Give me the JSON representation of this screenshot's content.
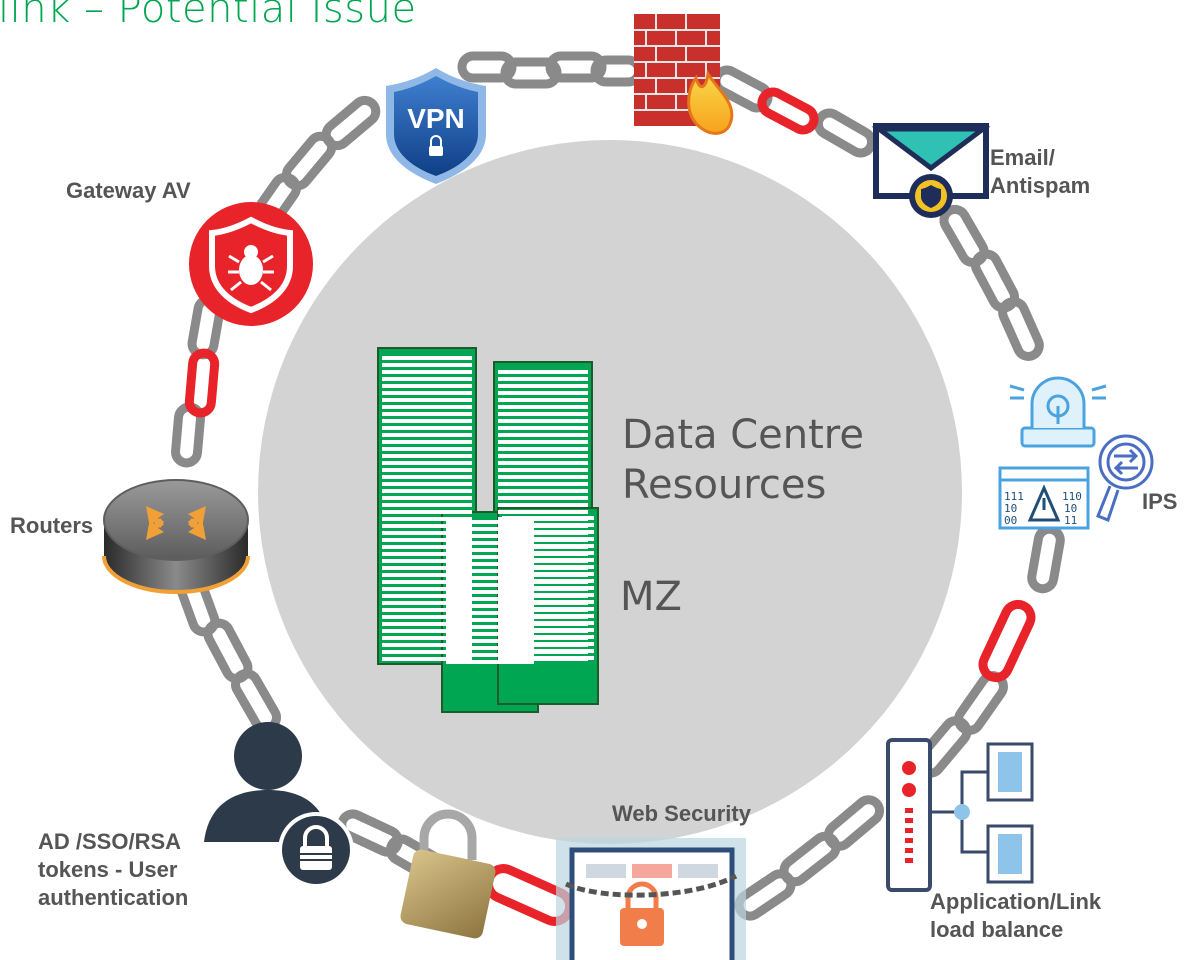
{
  "title": "link – Potential Issue",
  "center": {
    "line1": "Data Centre",
    "line2": "Resources",
    "zone": "MZ"
  },
  "labels": {
    "gateway_av": "Gateway AV",
    "email_line1": "Email/",
    "email_line2": "Antispam",
    "ips": "IPS",
    "routers": "Routers",
    "ad_line1": "AD /SSO/RSA",
    "ad_line2": "tokens - User",
    "ad_line3": "authentication",
    "web_security": "Web Security",
    "alb_line1": "Application/Link",
    "alb_line2": "load balance",
    "vpn": "VPN"
  },
  "colors": {
    "accent_green": "#00a651",
    "weak_link_red": "#e8232a",
    "chain_grey": "#8a8a8a",
    "circle_grey": "#d3d3d3",
    "label_grey": "#555555",
    "email_navy": "#1f2d5a",
    "email_teal": "#2fc1b3"
  },
  "icons": [
    "firewall-icon",
    "vpn-shield-icon",
    "email-shield-icon",
    "gateway-av-bug-icon",
    "ips-alarm-icon",
    "ips-binary-alert-icon",
    "ips-magnifier-icon",
    "router-icon",
    "user-lock-icon",
    "padlock-icon",
    "web-security-icon",
    "load-balancer-icon",
    "server-rack-icon"
  ]
}
